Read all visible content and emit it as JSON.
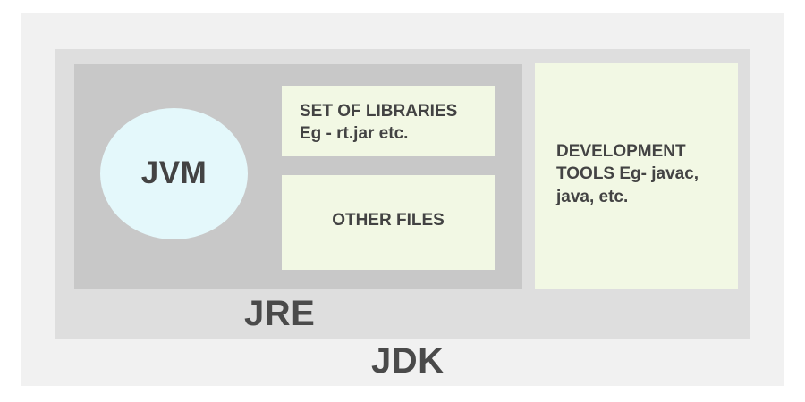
{
  "diagram": {
    "title": "JDK JRE JVM structure",
    "colors": {
      "page_background": "#ffffff",
      "jdk_background": "#f1f1f1",
      "jre_background": "#dedede",
      "inner_background": "#c8c8c8",
      "panel_background": "#f2f8e4",
      "jvm_background": "#e4f8fb",
      "text": "#434343",
      "label_text": "#4a4a4a"
    },
    "jdk": {
      "label": "JDK"
    },
    "jre": {
      "label": "JRE"
    },
    "jvm": {
      "label": "JVM"
    },
    "panels": [
      {
        "name": "set-of-libraries",
        "text": "SET OF LIBRARIES\nEg - rt.jar etc."
      },
      {
        "name": "other-files",
        "text": "OTHER FILES"
      },
      {
        "name": "development-tools",
        "text": "DEVELOPMENT\nTOOLS Eg- javac,\njava, etc."
      }
    ]
  }
}
